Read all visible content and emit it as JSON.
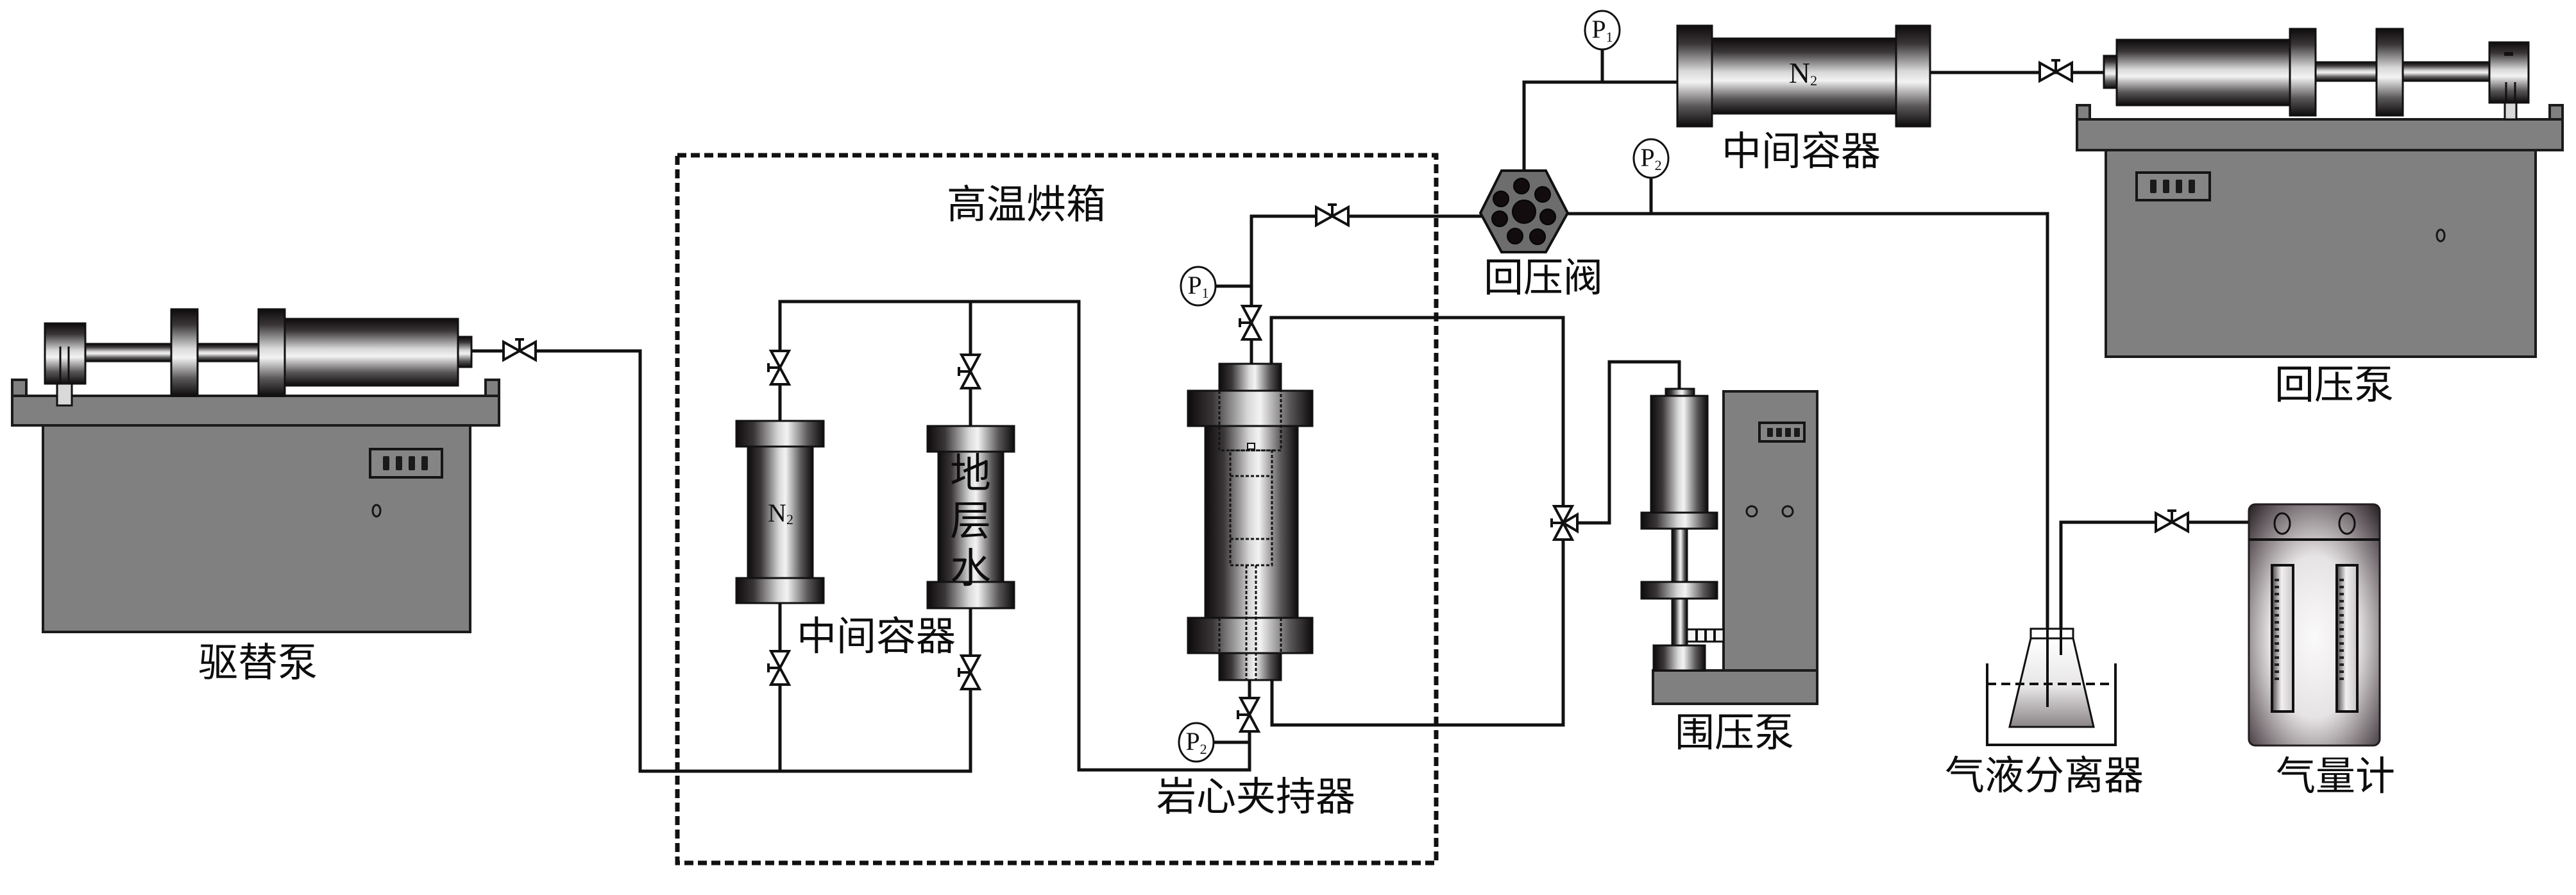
{
  "diagram": {
    "oven": {
      "label": "高温烘箱"
    },
    "displacement_pump": {
      "label": "驱替泵"
    },
    "intermediate_containers": {
      "label": "中间容器",
      "nitrogen": {
        "symbol": "N",
        "subscript": "2"
      },
      "formation_water": {
        "label": "地层水"
      }
    },
    "core_holder": {
      "label": "岩心夹持器"
    },
    "back_pressure_valve": {
      "label": "回压阀"
    },
    "upper_container": {
      "label": "中间容器",
      "symbol": "N",
      "subscript": "2"
    },
    "back_pressure_pump": {
      "label": "回压泵"
    },
    "confining_pump": {
      "label": "围压泵"
    },
    "gas_liquid_separator": {
      "label": "气液分离器"
    },
    "gas_meter": {
      "label": "气量计"
    },
    "gauges": [
      {
        "letter": "P",
        "index": "1"
      },
      {
        "letter": "P",
        "index": "2"
      },
      {
        "letter": "P",
        "index": "1"
      },
      {
        "letter": "P",
        "index": "2"
      }
    ]
  },
  "colors": {
    "pipe_line": "#111111",
    "pump_body": "#808080",
    "back_pressure_valve_body": "#6d6d6d",
    "text": "#0d0d0d"
  }
}
